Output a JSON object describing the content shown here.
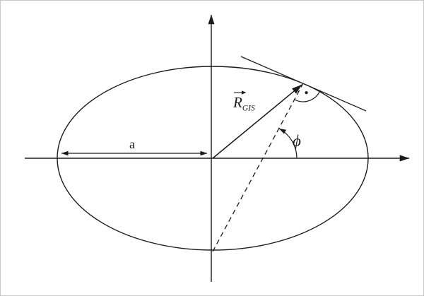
{
  "diagram": {
    "labels": {
      "semi_major_axis": "a",
      "radius_vector_main": "R",
      "radius_vector_subscript": "GIS",
      "angle_phi": "ϕ"
    },
    "colors": {
      "line": "#1a1a1a",
      "background": "#ffffff"
    }
  }
}
